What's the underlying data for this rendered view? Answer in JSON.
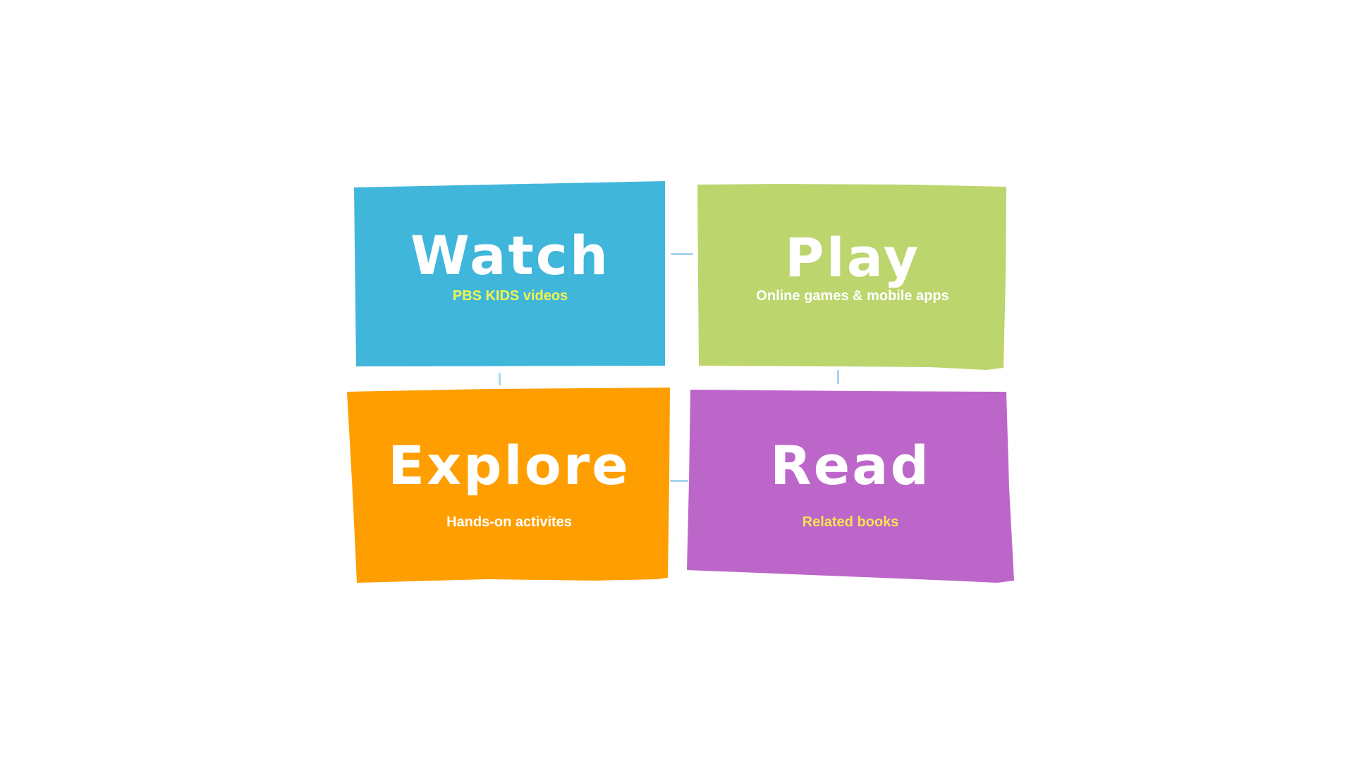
{
  "tiles": {
    "watch": {
      "title": "Watch",
      "subtitle": "PBS KIDS videos",
      "color": "#41b6db",
      "subtitle_color": "#f3f54c"
    },
    "play": {
      "title": "Play",
      "subtitle": "Online games & mobile apps",
      "color": "#bcd56d",
      "subtitle_color": "#ffffff"
    },
    "explore": {
      "title": "Explore",
      "subtitle": "Hands-on activites",
      "color": "#ff9e00",
      "subtitle_color": "#ffffff"
    },
    "read": {
      "title": "Read",
      "subtitle": "Related books",
      "color": "#bd66ca",
      "subtitle_color": "#f7e253"
    }
  },
  "connector_color": "#a9d3ef"
}
